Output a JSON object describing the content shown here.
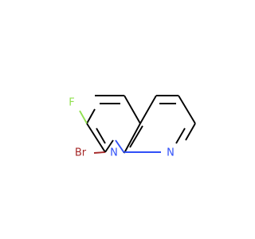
{
  "atoms": {
    "fluorine": "F",
    "bromine": "Br",
    "nitrogen_ring_a": "N",
    "nitrogen_ring_b": "N"
  },
  "colors": {
    "carbon_bond": "#000000",
    "fluorine": "#90e050",
    "bromine": "#a62929",
    "nitrogen": "#3050f8"
  }
}
